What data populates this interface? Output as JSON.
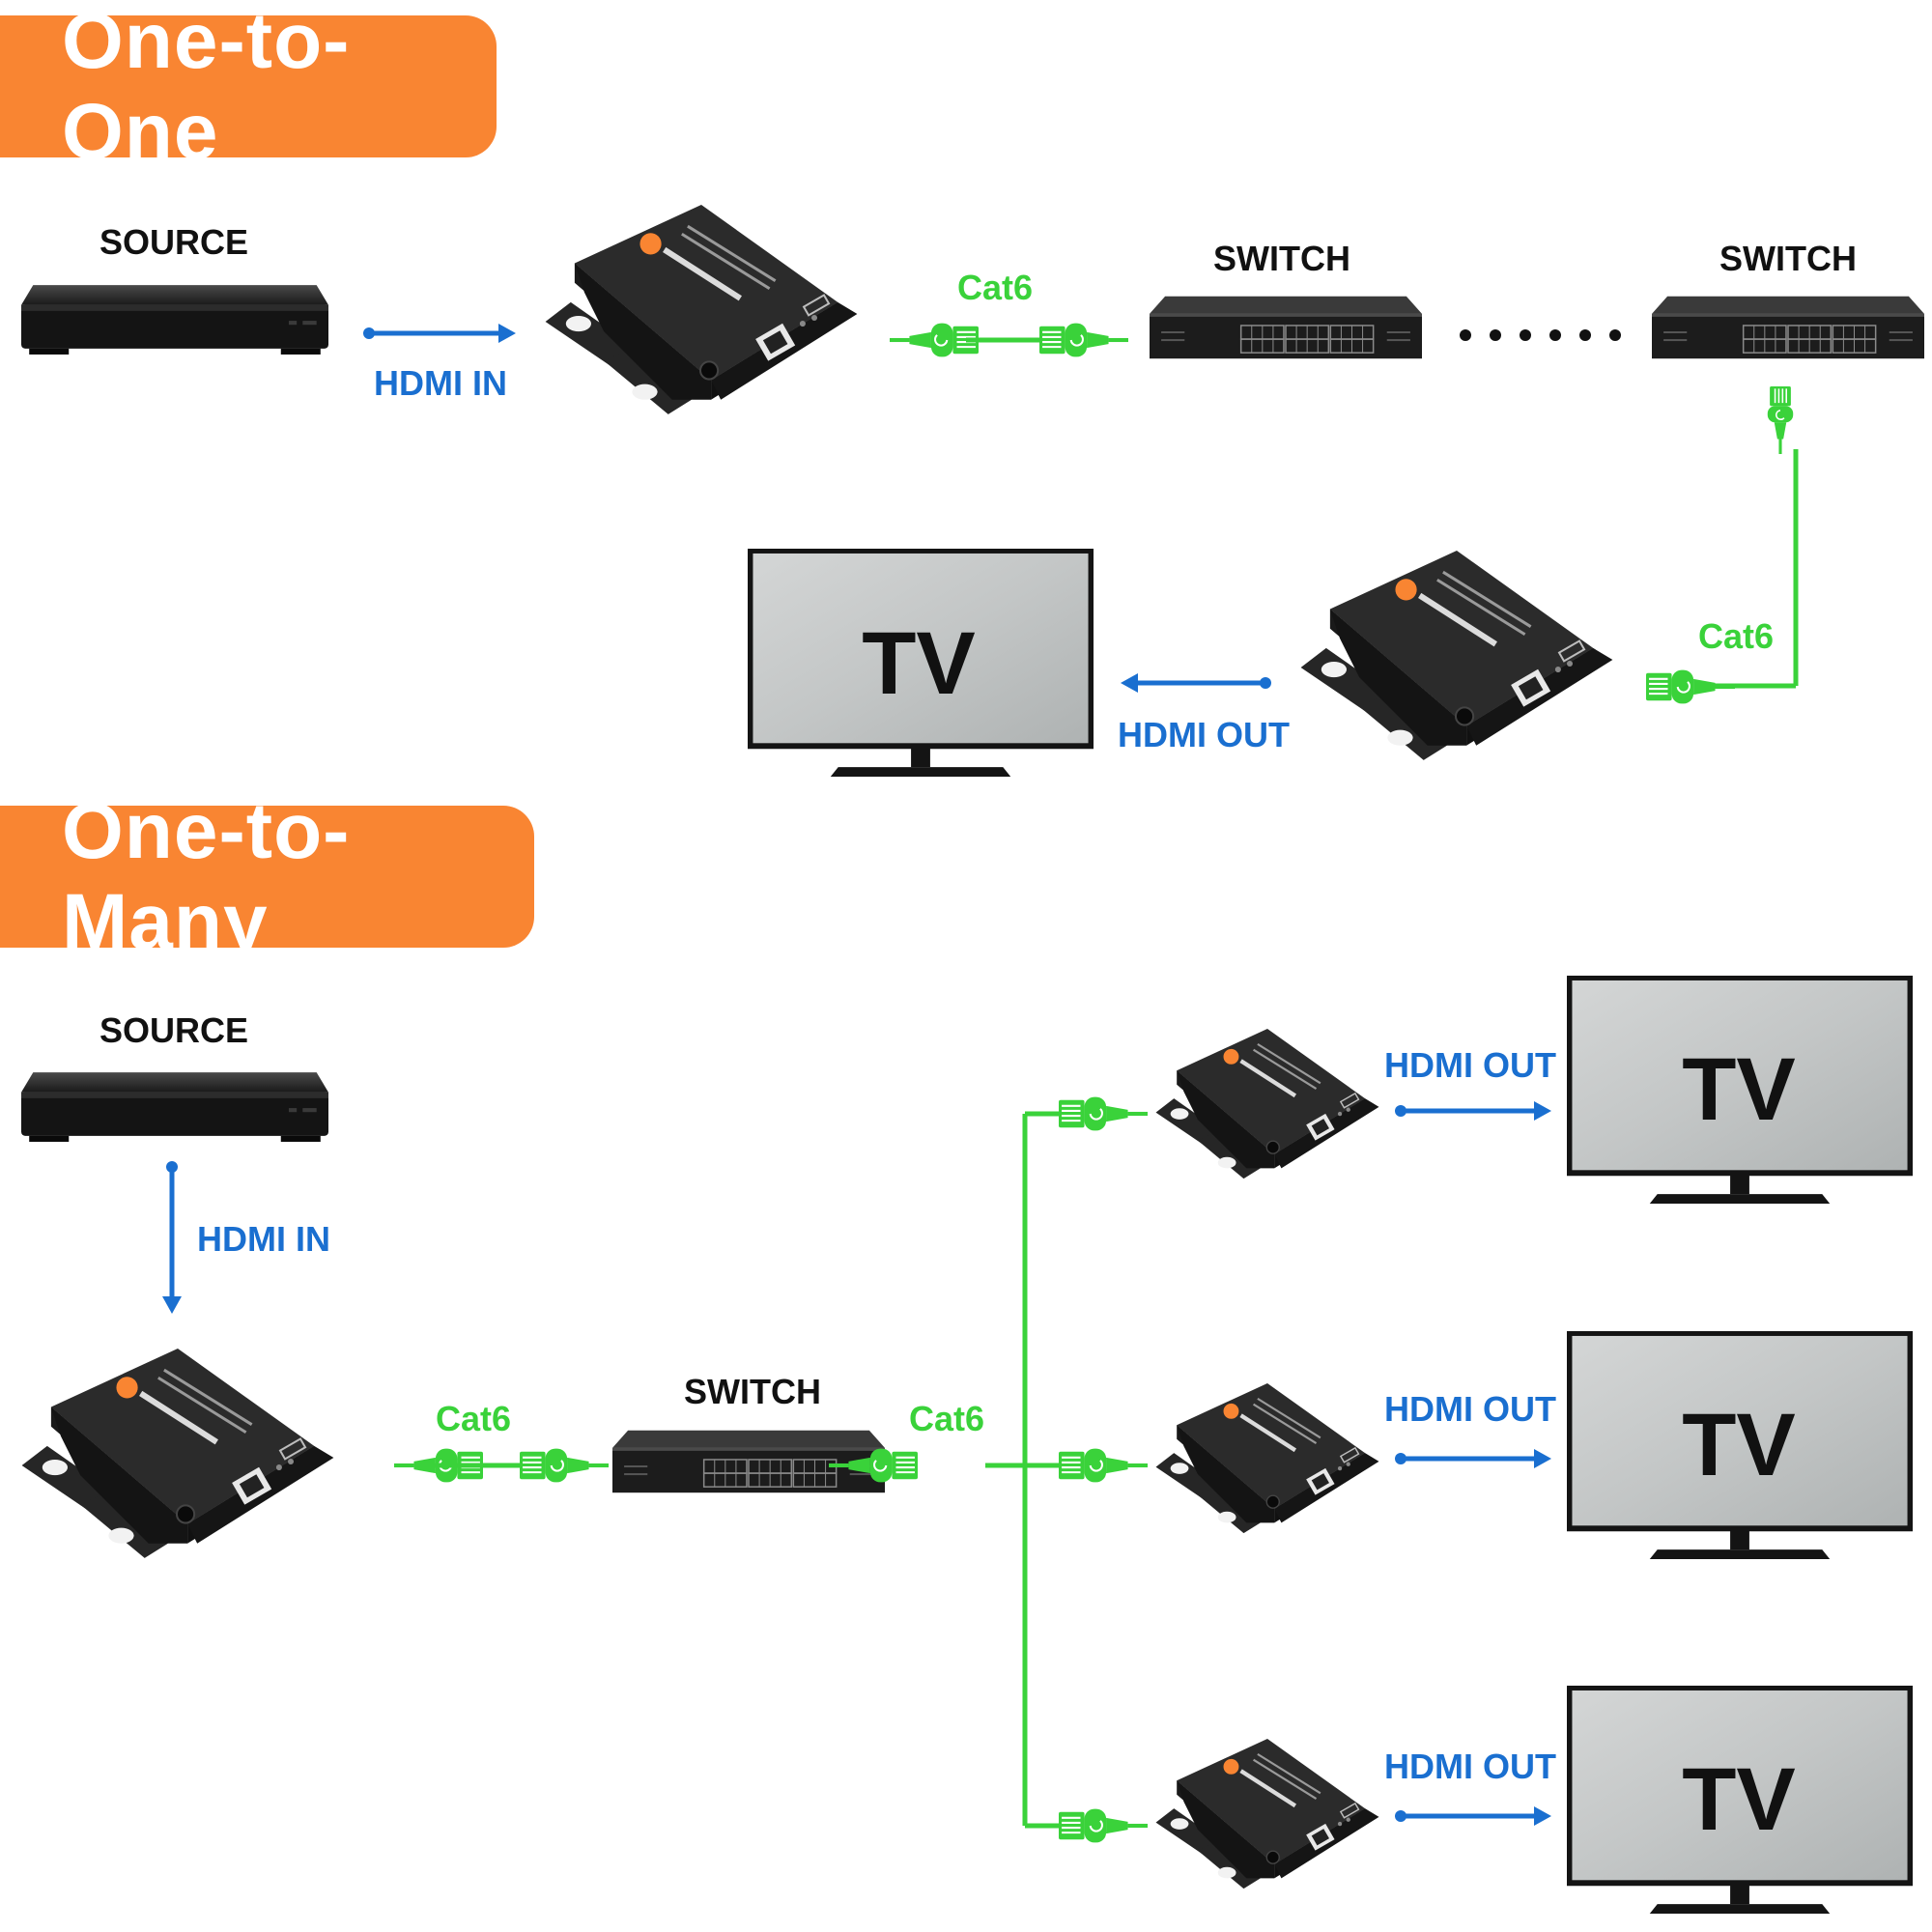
{
  "sections": {
    "one_to_one": {
      "title": "One-to-One",
      "source_label": "SOURCE",
      "hdmi_in": "HDMI IN",
      "cat6_a": "Cat6",
      "switch_a": "SWITCH",
      "switch_b": "SWITCH",
      "cat6_b": "Cat6",
      "hdmi_out": "HDMI OUT",
      "tv": "TV"
    },
    "one_to_many": {
      "title": "One-to-Many",
      "source_label": "SOURCE",
      "hdmi_in": "HDMI IN",
      "cat6_a": "Cat6",
      "switch": "SWITCH",
      "cat6_b": "Cat6",
      "outputs": [
        {
          "hdmi_out": "HDMI OUT",
          "tv": "TV"
        },
        {
          "hdmi_out": "HDMI OUT",
          "tv": "TV"
        },
        {
          "hdmi_out": "HDMI OUT",
          "tv": "TV"
        }
      ]
    }
  },
  "colors": {
    "banner": "#f98532",
    "hdmi_blue": "#1a6fd0",
    "cat6_green": "#3ad23a",
    "device_black": "#1c1c1c"
  },
  "icons": [
    "blu-ray-player-icon",
    "hdmi-extender-icon",
    "network-switch-icon",
    "rj45-plug-icon",
    "tv-icon"
  ]
}
